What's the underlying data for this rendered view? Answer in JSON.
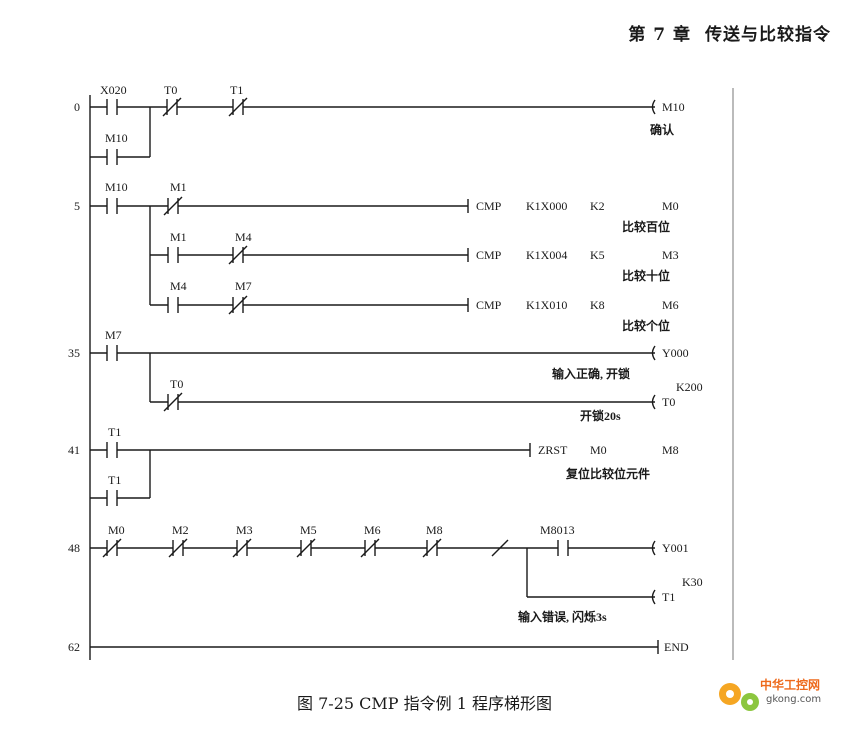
{
  "header": {
    "chapter": "第 7 章",
    "title": "传送与比较指令"
  },
  "rungs": [
    {
      "step": "0",
      "contacts": {
        "x020": "X020",
        "t0": "T0",
        "t1": "T1",
        "m10_branch": "M10"
      },
      "coil": "M10",
      "note": "确认"
    },
    {
      "step": "5",
      "contacts": {
        "m10": "M10",
        "m1a": "M1",
        "m1b": "M1",
        "m4a": "M4",
        "m4b": "M4",
        "m7": "M7"
      },
      "cmp": [
        {
          "op": "CMP",
          "s1": "K1X000",
          "s2": "K2",
          "d": "M0",
          "note": "比较百位"
        },
        {
          "op": "CMP",
          "s1": "K1X004",
          "s2": "K5",
          "d": "M3",
          "note": "比较十位"
        },
        {
          "op": "CMP",
          "s1": "K1X010",
          "s2": "K8",
          "d": "M6",
          "note": "比较个位"
        }
      ]
    },
    {
      "step": "35",
      "contacts": {
        "m7": "M7",
        "t0": "T0"
      },
      "coil1": "Y000",
      "note1": "输入正确, 开锁",
      "coil2": "T0",
      "k": "K200",
      "note2": "开锁20s"
    },
    {
      "step": "41",
      "contacts": {
        "t1a": "T1",
        "t1b": "T1"
      },
      "instr": {
        "op": "ZRST",
        "d1": "M0",
        "d2": "M8"
      },
      "note": "复位比较位元件"
    },
    {
      "step": "48",
      "contacts": {
        "m0": "M0",
        "m2": "M2",
        "m3": "M3",
        "m5": "M5",
        "m6": "M6",
        "m8": "M8",
        "m8013": "M8013"
      },
      "coil1": "Y001",
      "coil2": "T1",
      "k": "K30",
      "note": "输入错误, 闪烁3s"
    },
    {
      "step": "62",
      "instr": "END"
    }
  ],
  "caption": "图 7-25   CMP 指令例 1 程序梯形图",
  "watermark": {
    "line1": "中华工控网",
    "line2": "gkong.com"
  }
}
